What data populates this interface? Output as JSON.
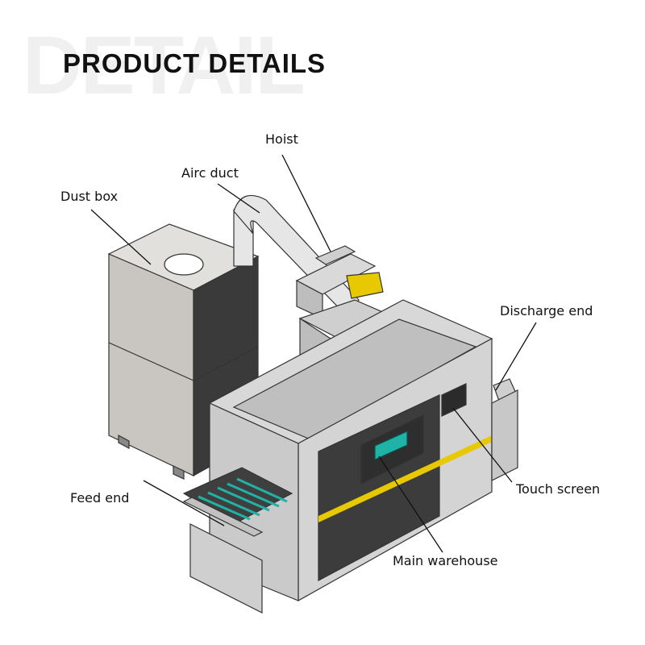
{
  "header": {
    "background_word": "DETAIL",
    "title": "PRODUCT DETAILS"
  },
  "callouts": {
    "hoist": "Hoist",
    "air_duct": "Airc duct",
    "dust_box": "Dust box",
    "discharge_end": "Discharge end",
    "touch_screen": "Touch screen",
    "feed_end": "Feed end",
    "main_warehouse": "Main warehouse"
  },
  "colors": {
    "machine_body": "#d6d6d6",
    "machine_dark": "#3c3c3c",
    "accent_yellow": "#e8c800",
    "accent_teal": "#1fb3a8",
    "leader_line": "#111111"
  }
}
